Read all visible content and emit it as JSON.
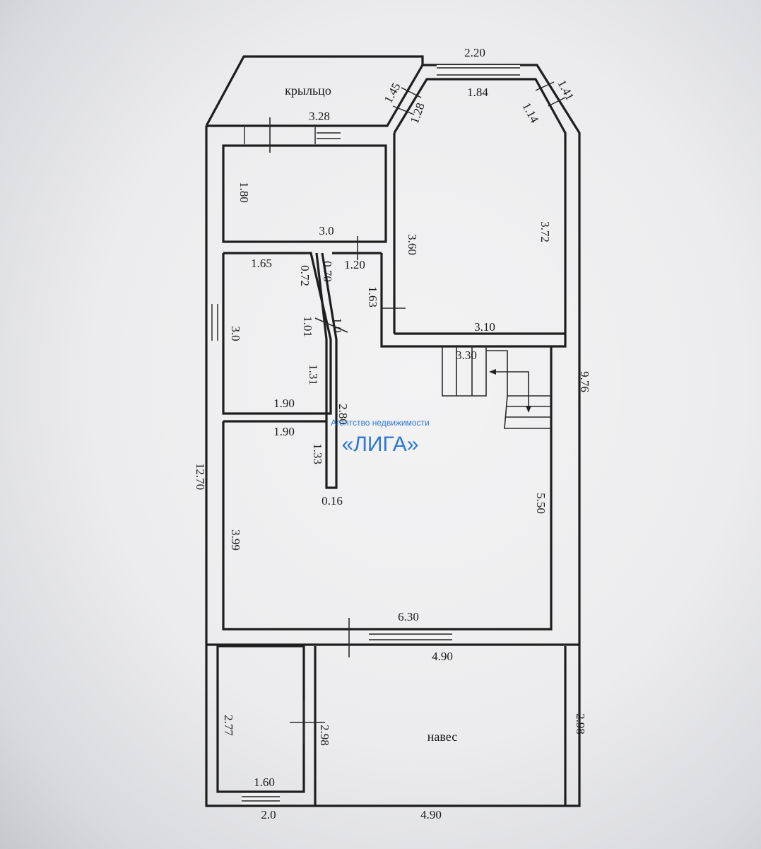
{
  "labels": {
    "porch": "крыльцо",
    "canopy": "навес"
  },
  "dimensions": {
    "top_2_20": "2.20",
    "porch_1_45": "1.45",
    "bay_1_41": "1.41",
    "bay_1_84": "1.84",
    "bay_1_28": "1.28",
    "bay_1_14": "1.14",
    "porch_3_28": "3.28",
    "room1_1_80": "1.80",
    "room1_3_0": "3.0",
    "big_3_60": "3.60",
    "big_3_72": "3.72",
    "room2_1_65": "1.65",
    "corr_0_72": "0.72",
    "corr_0_70": "0.70",
    "corr_1_20": "1.20",
    "corr_1_63": "1.63",
    "corr_1_01": "1.01",
    "corr_1_0": "1.0",
    "room2_3_0": "3.0",
    "big_3_10": "3.10",
    "stair_3_30": "3.30",
    "outer_9_76": "9.76",
    "corr_1_31": "1.31",
    "room2_1_90": "1.90",
    "corr_2_80": "2.80",
    "room3_1_90": "1.90",
    "corr_1_33": "1.33",
    "corr_0_16": "0.16",
    "outer_12_70": "12.70",
    "hall_5_50": "5.50",
    "room3_3_99": "3.99",
    "hall_6_30": "6.30",
    "canopy_4_90_top": "4.90",
    "small_2_77": "2.77",
    "small_2_98": "2.98",
    "outer_2_98": "2.98",
    "small_1_60": "1.60",
    "bottom_2_0": "2.0",
    "bottom_4_90": "4.90"
  },
  "watermark": {
    "line1": "Агентство недвижимости",
    "line2": "«ЛИГА»"
  }
}
